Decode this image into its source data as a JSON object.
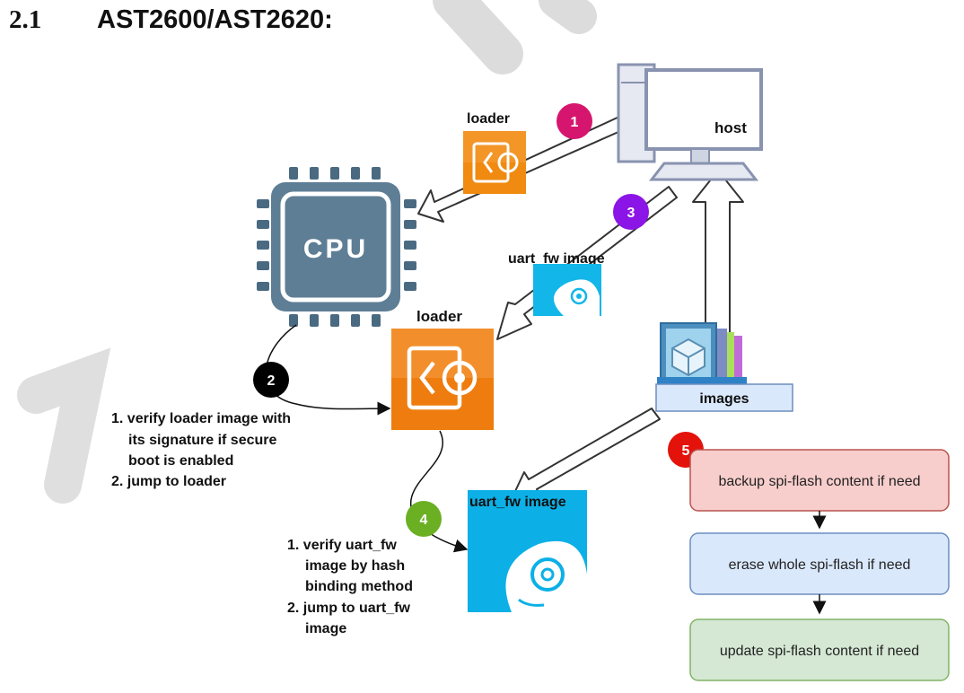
{
  "heading": {
    "number": "2.1",
    "title": "AST2600/AST2620:"
  },
  "nodes": {
    "host": "host",
    "cpu": "CPU",
    "loader_top": "loader",
    "loader_main": "loader",
    "uart_fw_mid": "uart_fw image",
    "uart_fw_main": "uart_fw image",
    "images": "images"
  },
  "steps": [
    "1",
    "2",
    "3",
    "4",
    "5"
  ],
  "step_colors": {
    "1": "#d6156e",
    "2": "#000000",
    "3": "#8b14e6",
    "4": "#6ab022",
    "5": "#e3120b"
  },
  "notes": {
    "step2": [
      "1. verify loader image with",
      "its signature if secure",
      "boot is enabled",
      "2. jump to loader"
    ],
    "step4": [
      "1. verify uart_fw",
      "image by hash",
      "binding method",
      "2. jump to uart_fw",
      "image"
    ]
  },
  "flow_boxes": [
    {
      "text": "backup spi-flash content if need",
      "fill": "#f8cecc",
      "stroke": "#b85450"
    },
    {
      "text": "erase whole spi-flash if need",
      "fill": "#dae8fc",
      "stroke": "#6c8ebf"
    },
    {
      "text": "update spi-flash content if need",
      "fill": "#d5e8d4",
      "stroke": "#82b366"
    }
  ],
  "icons": [
    "desktop-computer-icon",
    "cpu-chip-icon",
    "loader-code-gear-icon",
    "firmware-disk-icon",
    "images-archive-icon"
  ]
}
